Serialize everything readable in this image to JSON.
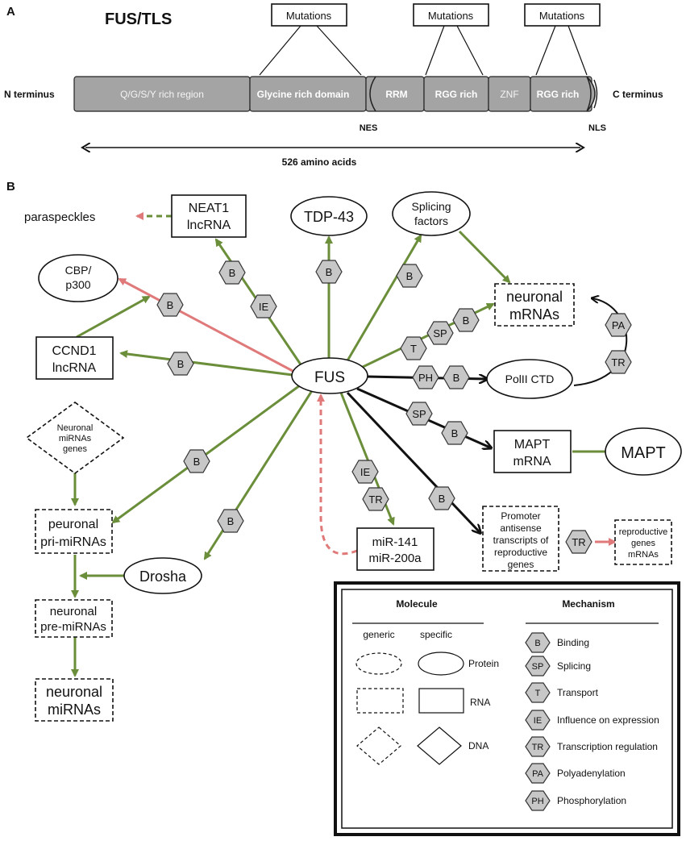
{
  "panel_a": {
    "label": "A",
    "title": "FUS/TLS",
    "n_terminus": "N terminus",
    "c_terminus": "C terminus",
    "mutation_label": "Mutations",
    "domains": {
      "qgsy": "Q/G/S/Y rich region",
      "glycine": "Glycine rich domain",
      "rrm": "RRM",
      "rgg1": "RGG rich",
      "znf": "ZNF",
      "rgg2": "RGG rich"
    },
    "nes": "NES",
    "nls": "NLS",
    "length": "526 amino acids"
  },
  "panel_b": {
    "label": "B",
    "nodes": {
      "fus": "FUS",
      "paraspeckles": "paraspeckles",
      "neat1_l1": "NEAT1",
      "neat1_l2": "lncRNA",
      "tdp43": "TDP-43",
      "splicing_l1": "Splicing",
      "splicing_l2": "factors",
      "cbp_l1": "CBP/",
      "cbp_l2": "p300",
      "neuronal_mrnas_l1": "neuronal",
      "neuronal_mrnas_l2": "mRNAs",
      "ccnd1_l1": "CCND1",
      "ccnd1_l2": "lncRNA",
      "polii": "PolII CTD",
      "mirna_genes_l1": "Neuronal",
      "mirna_genes_l2": "miRNAs",
      "mirna_genes_l3": "genes",
      "mapt_mrna_l1": "MAPT",
      "mapt_mrna_l2": "mRNA",
      "mapt": "MAPT",
      "pri_l1": "peuronal",
      "pri_l2": "pri-miRNAs",
      "drosha": "Drosha",
      "mir_l1": "miR-141",
      "mir_l2": "miR-200a",
      "promoter_l1": "Promoter",
      "promoter_l2": "antisense",
      "promoter_l3": "transcripts of",
      "promoter_l4": "reproductive",
      "promoter_l5": "genes",
      "repro_l1": "reproductive",
      "repro_l2": "genes",
      "repro_l3": "mRNAs",
      "pre_l1": "neuronal",
      "pre_l2": "pre-miRNAs",
      "neuronal_mirnas_l1": "neuronal",
      "neuronal_mirnas_l2": "miRNAs"
    },
    "mechanism_badges": {
      "B": "B",
      "IE": "IE",
      "SP": "SP",
      "T": "T",
      "TR": "TR",
      "PA": "PA",
      "PH": "PH"
    }
  },
  "legend": {
    "molecule_header": "Molecule",
    "mechanism_header": "Mechanism",
    "generic": "generic",
    "specific": "specific",
    "protein": "Protein",
    "rna": "RNA",
    "dna": "DNA",
    "mechanisms": [
      {
        "code": "B",
        "label": "Binding"
      },
      {
        "code": "SP",
        "label": "Splicing"
      },
      {
        "code": "T",
        "label": "Transport"
      },
      {
        "code": "IE",
        "label": "Influence on expression"
      },
      {
        "code": "TR",
        "label": "Transcription regulation"
      },
      {
        "code": "PA",
        "label": "Polyadenylation"
      },
      {
        "code": "PH",
        "label": "Phosphorylation"
      }
    ]
  },
  "colors": {
    "association_green": "#6b8e3a",
    "regulation_black": "#111111",
    "inhibition_red": "#e07a7a",
    "domain_gray": "#a4a4a4",
    "badge_gray": "#c7c7c7"
  }
}
